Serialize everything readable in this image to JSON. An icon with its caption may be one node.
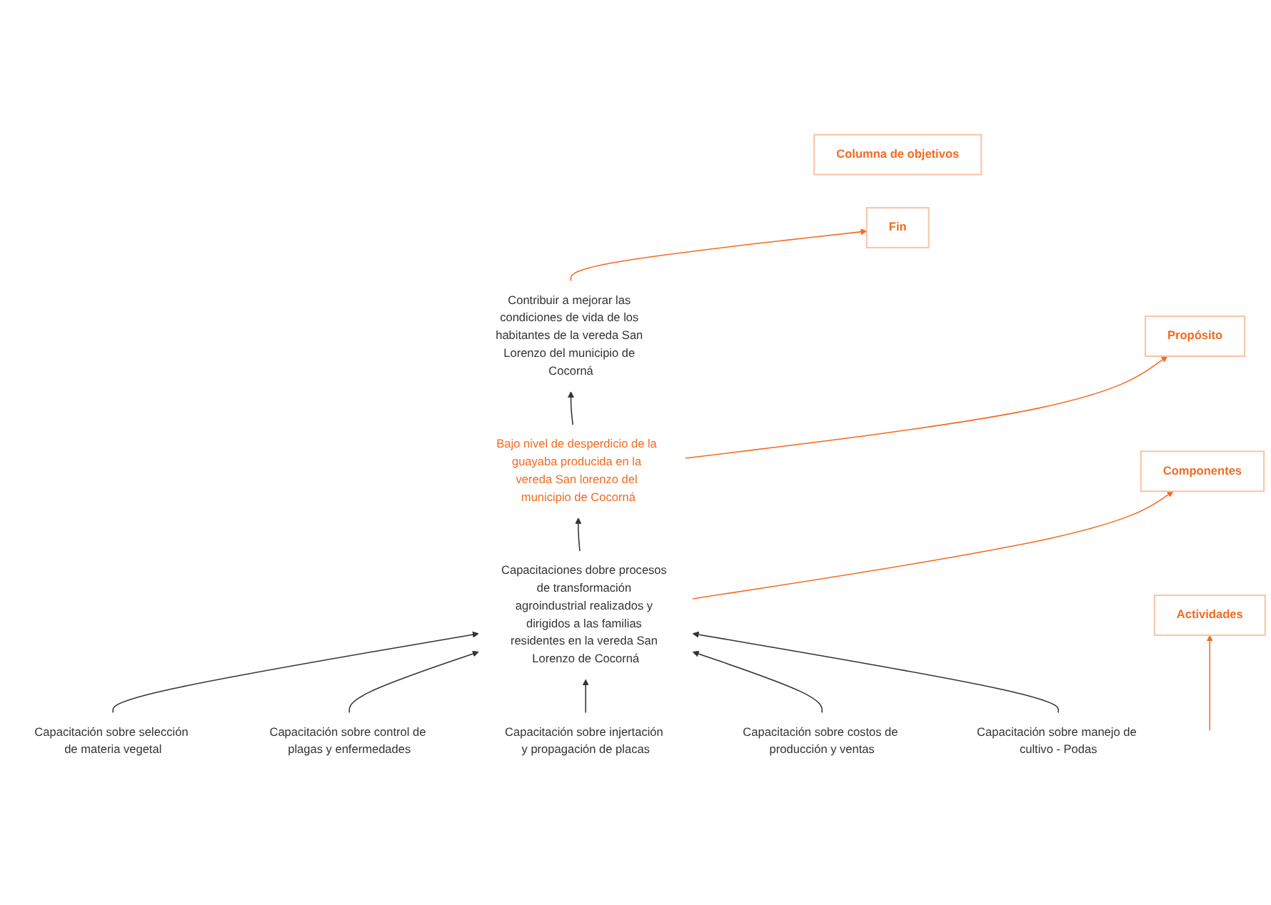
{
  "diagram": {
    "nodes": [
      {
        "text": [
          "Contribuir a mejorar las condiciones de vida de los habitantes de la vereda San Lorenzo del municipio de Cocorná"
        ]
      },
      {
        "text": [
          "Bajo nivel de desperdicio de la guayaba producida en la vereda San lorenzo del municipio de Cocorná"
        ]
      },
      {
        "text": [
          "Capacitaciones dobre procesos de transformación agroindustrial realizados y dirigidos a las familias residentes en la vereda San Lorenzo de Cocorná"
        ]
      },
      {
        "text": [
          "Capacitación sobre selección de materia vegetal"
        ]
      },
      {
        "text": [
          "Capacitación sobre injertación y propagación de placas"
        ]
      },
      {
        "text": [
          "Capacitación sobre manejo de cultivo - Podas"
        ]
      },
      {
        "text": [
          "Capacitación sobre control de plagas y enfermedades"
        ]
      },
      {
        "text": [
          "Capacitación sobre costos de producción y ventas"
        ]
      },
      {
        "text": [
          "Columna de objetivos"
        ]
      },
      {
        "text": [
          "Fin"
        ]
      },
      {
        "text": [
          "Propósito"
        ]
      },
      {
        "text": [
          "Componentes"
        ]
      },
      {
        "text": [
          "Actividades"
        ]
      }
    ],
    "edges": [
      {
        "from": 3,
        "to": 2,
        "arrow": "to"
      },
      {
        "from": 6,
        "to": 2,
        "arrow": "to"
      },
      {
        "from": 4,
        "to": 2,
        "arrow": "to"
      },
      {
        "from": 7,
        "to": 2,
        "arrow": "to"
      },
      {
        "from": 5,
        "to": 2,
        "arrow": "to"
      },
      {
        "from": 2,
        "to": 1,
        "arrow": "to"
      },
      {
        "from": 1,
        "to": 0,
        "arrow": "to"
      },
      {
        "from": 0,
        "to": 9,
        "arrow": "to",
        "color": "#f26b21"
      },
      {
        "from": 1,
        "to": 10,
        "arrow": "to",
        "color": "#f26b21"
      },
      {
        "from": 2,
        "to": 11,
        "arrow": "to",
        "color": "#f26b21"
      },
      {
        "from": null,
        "to": 12,
        "arrow": "to",
        "color": "#f26b21"
      }
    ]
  }
}
